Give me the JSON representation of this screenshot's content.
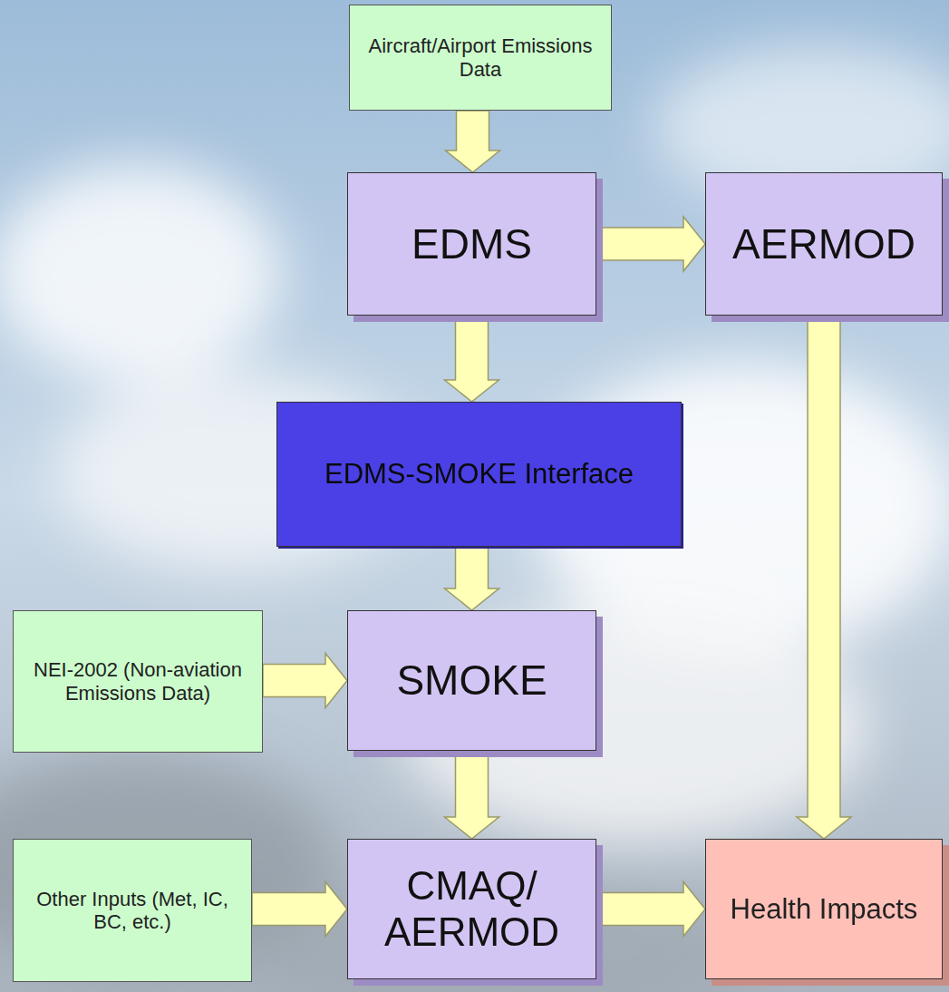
{
  "diagram": {
    "nodes": [
      {
        "text": [
          "Aircraft/Airport Emissions Data"
        ]
      },
      {
        "text": [
          "EDMS"
        ]
      },
      {
        "text": [
          "AERMOD"
        ]
      },
      {
        "text": [
          "EDMS-SMOKE Interface"
        ]
      },
      {
        "text": [
          "NEI-2002 (Non-aviation Emissions Data)"
        ]
      },
      {
        "text": [
          "SMOKE"
        ]
      },
      {
        "text": [
          "Other Inputs (Met, IC, BC, etc.)"
        ]
      },
      {
        "text": [
          "CMAQ/ AERMOD"
        ]
      },
      {
        "text": [
          "Health Impacts"
        ]
      }
    ],
    "edges": [
      {
        "from": 0,
        "to": 1,
        "arrow": "to"
      },
      {
        "from": 1,
        "to": 2,
        "arrow": "to"
      },
      {
        "from": 1,
        "to": 3,
        "arrow": "to"
      },
      {
        "from": 2,
        "to": 8,
        "arrow": "to"
      },
      {
        "from": 3,
        "to": 5,
        "arrow": "to"
      },
      {
        "from": 4,
        "to": 5,
        "arrow": "to"
      },
      {
        "from": 5,
        "to": 7,
        "arrow": "to"
      },
      {
        "from": 6,
        "to": 7,
        "arrow": "to"
      },
      {
        "from": 7,
        "to": 8,
        "arrow": "to"
      }
    ]
  }
}
